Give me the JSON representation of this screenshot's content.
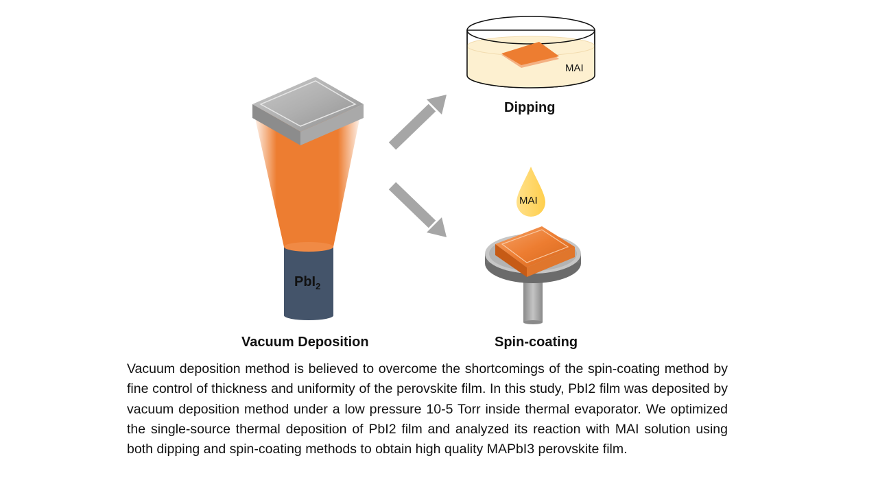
{
  "labels": {
    "vacuum_deposition": "Vacuum Deposition",
    "spin_coating": "Spin-coating",
    "dipping": "Dipping",
    "mai_bath": "MAI",
    "mai_drop": "MAI",
    "source_main": "PbI",
    "source_sub": "2"
  },
  "description": "Vacuum deposition method is believed to overcome the shortcomings of the spin-coating method by fine control of thickness and uniformity of the perovskite film. In this study, PbI2 film was deposited by vacuum deposition method under a low pressure 10-5  Torr inside thermal evaporator. We optimized the single-source thermal deposition of PbI2 film and analyzed its reaction with MAI solution using both dipping and spin-coating methods to obtain high quality MAPbI3 perovskite film.",
  "colors": {
    "orange": "#ed7d31",
    "crucible": "#44546a",
    "arrow": "#a6a6a6",
    "solution": "#fdf0d0",
    "droplet": "#ffd966"
  }
}
